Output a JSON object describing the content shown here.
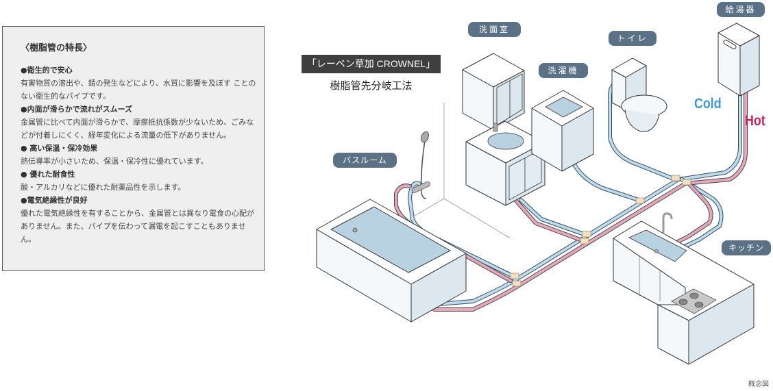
{
  "panel": {
    "title": "〈樹脂管の特長〉",
    "features": [
      {
        "heading": "●衛生的で安心",
        "body": "有害物質の溶出や、錆の発生などにより、水質に影響を及ぼす ことのない衛生的なパイプです。"
      },
      {
        "heading": "●内面が滑らかで流れがスムーズ",
        "body": "金属管に比べて内面が滑らかで、摩擦抵抗係数が少ないため、ごみなどが付着しにくく、経年変化による流量の低下がありません。"
      },
      {
        "heading": "● 高い保温・保冷効果",
        "body": "熱伝導率が小さいため、保温・保冷性に優れています。"
      },
      {
        "heading": "● 優れた耐食性",
        "body": "酸・アルカリなどに優れた耐薬品性を示します。"
      },
      {
        "heading": "●電気絶縁性が良好",
        "body": "優れた電気絶縁性を有することから、金属管とは異なり電食の心配がありません。また、パイプを伝わって漏電を起こすこともありません。"
      }
    ]
  },
  "diagram": {
    "product_title": "「レーベン草加 CROWNEL」",
    "method": "樹脂管先分岐工法",
    "labels": {
      "washroom": "洗面室",
      "washing_machine": "洗濯機",
      "toilet": "トイレ",
      "water_heater": "給湯器",
      "bathroom": "バスルーム",
      "kitchen": "キッチン"
    },
    "legend": {
      "cold": "Cold",
      "hot": "Hot"
    },
    "colors": {
      "cold_pipe": "#bcdcef",
      "hot_pipe": "#e9a6b6",
      "cold_text": "#3d9bd2",
      "hot_text": "#c8245e",
      "label_bg": "#5b7186",
      "fitting": "#f6dfc0"
    },
    "note": "概念図"
  }
}
